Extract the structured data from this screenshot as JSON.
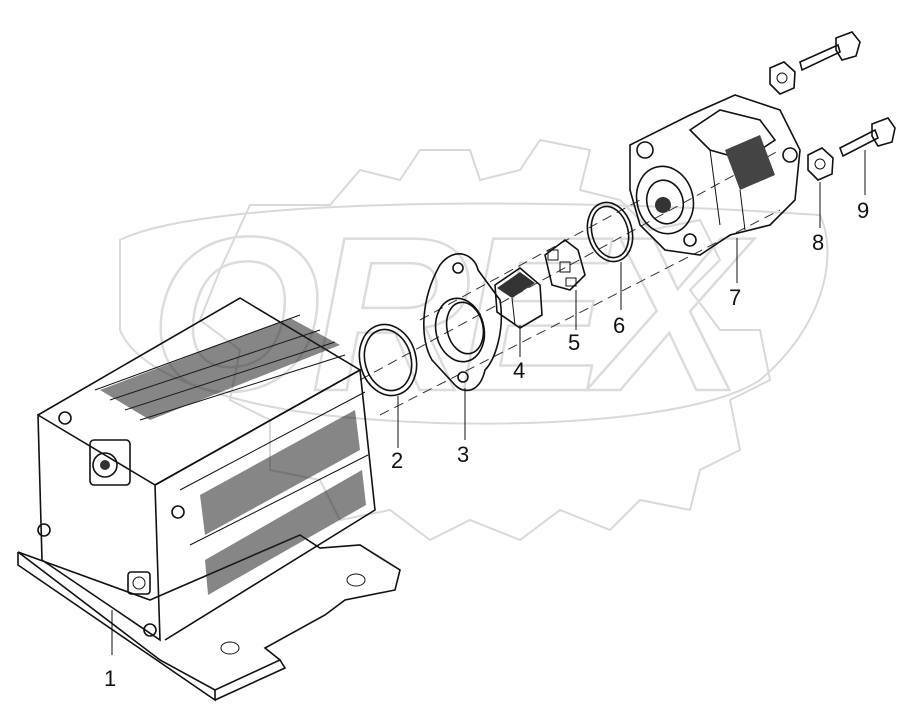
{
  "watermark": {
    "text": "OREX"
  },
  "callouts": [
    {
      "id": "1",
      "label": "1"
    },
    {
      "id": "2",
      "label": "2"
    },
    {
      "id": "3",
      "label": "3"
    },
    {
      "id": "4",
      "label": "4"
    },
    {
      "id": "5",
      "label": "5"
    },
    {
      "id": "6",
      "label": "6"
    },
    {
      "id": "7",
      "label": "7"
    },
    {
      "id": "8",
      "label": "8"
    },
    {
      "id": "9",
      "label": "9"
    }
  ]
}
